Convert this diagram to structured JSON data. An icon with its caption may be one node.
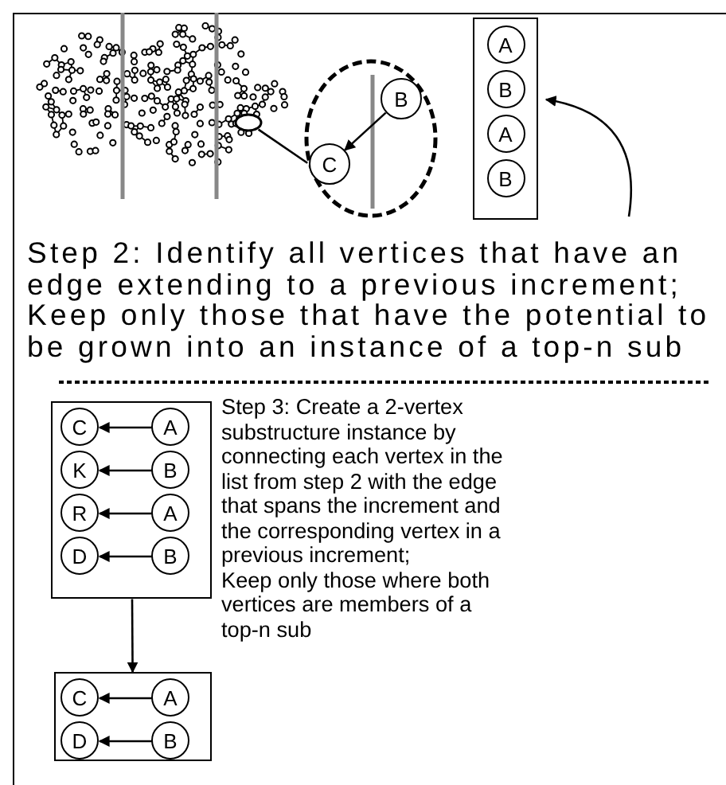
{
  "diagram": {
    "nodes": [
      {
        "text": [],
        "shape": "picture"
      },
      {
        "text": [],
        "shape": "circle",
        "in": 0
      },
      {
        "text": [],
        "shape": "circle"
      },
      {
        "text": [
          "B"
        ],
        "in": 2
      },
      {
        "text": [
          "C"
        ],
        "in": 2
      },
      {
        "text": [],
        "shape": "box"
      },
      {
        "text": [
          "A"
        ],
        "in": 5
      },
      {
        "text": [
          "B"
        ],
        "in": 5
      },
      {
        "text": [
          "A"
        ],
        "in": 5
      },
      {
        "text": [
          "B"
        ],
        "in": 5
      },
      {
        "text": [],
        "shape": "box"
      },
      {
        "text": [
          "C"
        ],
        "in": 10
      },
      {
        "text": [
          "A"
        ],
        "in": 10
      },
      {
        "text": [
          "K"
        ],
        "in": 10
      },
      {
        "text": [
          "B"
        ],
        "in": 10
      },
      {
        "text": [
          "R"
        ],
        "in": 10
      },
      {
        "text": [
          "A"
        ],
        "in": 10
      },
      {
        "text": [
          "D"
        ],
        "in": 10
      },
      {
        "text": [
          "B"
        ],
        "in": 10
      },
      {
        "text": [],
        "shape": "box"
      },
      {
        "text": [
          "C"
        ],
        "in": 19
      },
      {
        "text": [
          "A"
        ],
        "in": 19
      },
      {
        "text": [
          "D"
        ],
        "in": 19
      },
      {
        "text": [
          "B"
        ],
        "in": 19
      }
    ],
    "edges": [
      {
        "from": 1,
        "to": 2,
        "arrow": "none"
      },
      {
        "from": 3,
        "to": 4,
        "arrow": "to"
      },
      {
        "from": null,
        "to": 5,
        "arrow": "to"
      },
      {
        "from": 12,
        "to": 11,
        "arrow": "to"
      },
      {
        "from": 14,
        "to": 13,
        "arrow": "to"
      },
      {
        "from": 16,
        "to": 15,
        "arrow": "to"
      },
      {
        "from": 18,
        "to": 17,
        "arrow": "to"
      },
      {
        "from": 10,
        "to": 19,
        "arrow": "to"
      },
      {
        "from": 21,
        "to": 20,
        "arrow": "to"
      },
      {
        "from": 23,
        "to": 22,
        "arrow": "to"
      }
    ],
    "labels": [
      "Step 2: Identify all vertices that have an edge extending to a previous increment;",
      "Keep only those that have the potential to be grown into an instance of a top-n sub",
      "Step 3: Create a 2-vertex substructure instance by connecting each vertex in the list from step 2 with the edge that spans the increment and the corresponding vertex in a previous increment;",
      "Keep only those where both vertices are members of a top-n sub"
    ]
  }
}
